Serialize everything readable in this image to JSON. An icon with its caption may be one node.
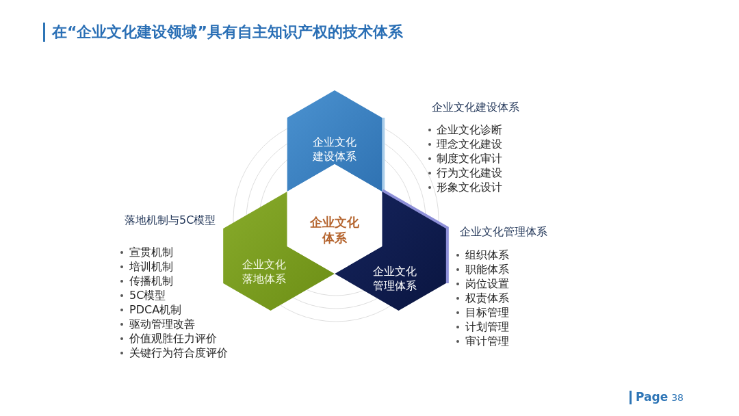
{
  "diagram": {
    "title": "在“企业文化建设领域”具有自主知识产权的技术体系",
    "nodes": [
      {
        "text": [
          "企业文化建设体系"
        ],
        "beside": [
          "企业文化建设体系",
          "企业文化诊断",
          "理念文化建设",
          "制度文化审计",
          "行为文化建设",
          "形象文化设计"
        ]
      },
      {
        "text": [
          "企业文化体系"
        ]
      },
      {
        "text": [
          "企业文化落地体系"
        ],
        "beside": [
          "落地机制与5C模型",
          "宣贯机制",
          "培训机制",
          "传播机制",
          "5C模型",
          "PDCA机制",
          "驱动管理改善",
          "价值观胜任力评价",
          "关键行为符合度评价"
        ]
      },
      {
        "text": [
          "企业文化管理体系"
        ],
        "beside": [
          "企业文化管理体系",
          "组织体系",
          "职能体系",
          "岗位设置",
          "权责体系",
          "目标管理",
          "计划管理",
          "审计管理"
        ]
      }
    ],
    "labels": [
      "Page",
      "38"
    ]
  }
}
